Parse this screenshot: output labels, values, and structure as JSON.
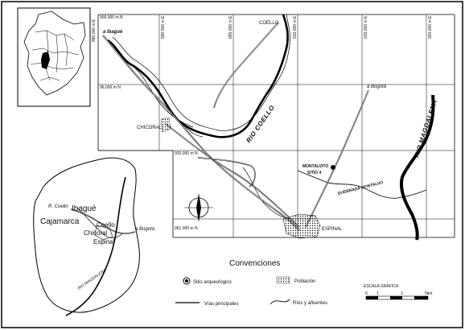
{
  "grid_labels": {
    "top_left": "900.000 m N",
    "row2": "96.000 m N",
    "row3": "920.000 m N",
    "row4": "951.000 m N",
    "col_e1": "880.000 m E",
    "col_e2": "890.000 m E",
    "col_e3": "895.000 m E",
    "col_e4": "910.000 m E",
    "col_e5": "915.000 m E",
    "col_e6": "920.000 m E"
  },
  "places": {
    "a_ibague": "a Ibagué",
    "coello": "COELLO",
    "chicoral": "CHICORAL",
    "a_bogota": "a Bogotá",
    "montalvito": "MONTALVITO",
    "sitio": "SITIO 4",
    "espinal": "ESPINAL"
  },
  "rivers": {
    "rio_coello": "RIO COELLO",
    "rio_magdalena": "RIO MAGDALENA",
    "quebrada": "QUEBRADA MONTALVO"
  },
  "inset": {
    "ibague": "Ibagué",
    "r_coello": "R. Coello",
    "cajamarca": "Cajamarca",
    "coello": "Coello",
    "chicoral": "Chicoral",
    "espinal": "Espinal",
    "a_bogota": "a Bogotá",
    "rio_magdalena": "RIO MAGDALENA"
  },
  "legend": {
    "title": "Convenciones",
    "sitio": "Sitio arqueológico",
    "poblacion": "Población",
    "vias": "Vías principales",
    "rios": "Ríos y afluentes",
    "escala_title": "ESCALA GRÁFICA",
    "scale_ticks": [
      "0",
      "1",
      "3",
      "5km"
    ]
  }
}
